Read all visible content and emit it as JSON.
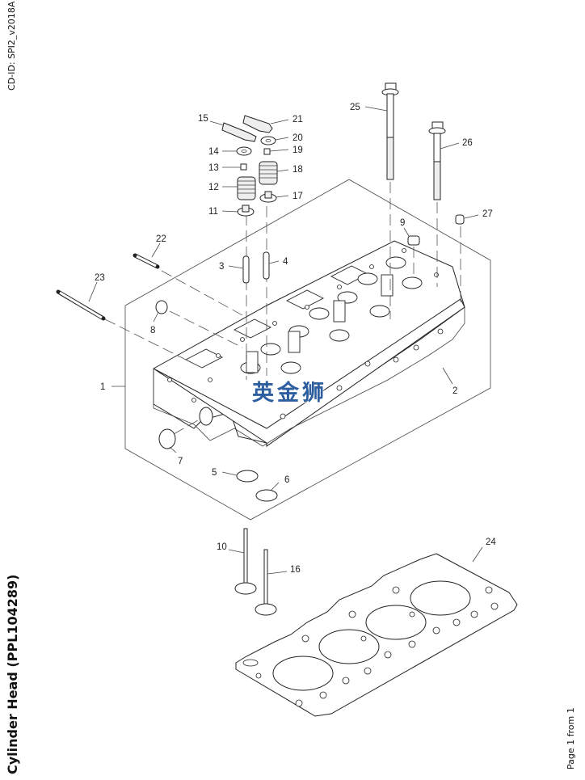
{
  "document": {
    "cd_id": "CD-ID: SPI2_v2018A",
    "title": "Cylinder Head (PPL104289)",
    "page_indicator": "Page 1 from 1",
    "watermark": "英金狮",
    "watermark_color": "#2c5ea0"
  },
  "callouts": [
    {
      "id": "1",
      "label": "1",
      "part": "cylinder-head-assembly"
    },
    {
      "id": "2",
      "label": "2",
      "part": "cylinder-head"
    },
    {
      "id": "3",
      "label": "3",
      "part": "valve-guide-inlet"
    },
    {
      "id": "4",
      "label": "4",
      "part": "valve-guide-exhaust"
    },
    {
      "id": "5",
      "label": "5",
      "part": "valve-seat-insert-inlet"
    },
    {
      "id": "6",
      "label": "6",
      "part": "valve-seat-insert-exhaust"
    },
    {
      "id": "7",
      "label": "7",
      "part": "core-plug-large"
    },
    {
      "id": "8",
      "label": "8",
      "part": "core-plug-small"
    },
    {
      "id": "9",
      "label": "9",
      "part": "dowel-sleeve"
    },
    {
      "id": "10",
      "label": "10",
      "part": "inlet-valve"
    },
    {
      "id": "11",
      "label": "11",
      "part": "valve-stem-seal-inlet"
    },
    {
      "id": "12",
      "label": "12",
      "part": "valve-spring-inlet"
    },
    {
      "id": "13",
      "label": "13",
      "part": "collet-inlet"
    },
    {
      "id": "14",
      "label": "14",
      "part": "spring-cap-inlet"
    },
    {
      "id": "15",
      "label": "15",
      "part": "valve-bridge-inlet"
    },
    {
      "id": "16",
      "label": "16",
      "part": "exhaust-valve"
    },
    {
      "id": "17",
      "label": "17",
      "part": "valve-stem-seal-exhaust"
    },
    {
      "id": "18",
      "label": "18",
      "part": "valve-spring-exhaust"
    },
    {
      "id": "19",
      "label": "19",
      "part": "collet-exhaust"
    },
    {
      "id": "20",
      "label": "20",
      "part": "spring-cap-exhaust"
    },
    {
      "id": "21",
      "label": "21",
      "part": "valve-bridge-exhaust"
    },
    {
      "id": "22",
      "label": "22",
      "part": "stud-short"
    },
    {
      "id": "23",
      "label": "23",
      "part": "stud-long"
    },
    {
      "id": "24",
      "label": "24",
      "part": "cylinder-head-gasket"
    },
    {
      "id": "25",
      "label": "25",
      "part": "head-bolt-long"
    },
    {
      "id": "26",
      "label": "26",
      "part": "head-bolt-short"
    },
    {
      "id": "27",
      "label": "27",
      "part": "dowel"
    }
  ]
}
